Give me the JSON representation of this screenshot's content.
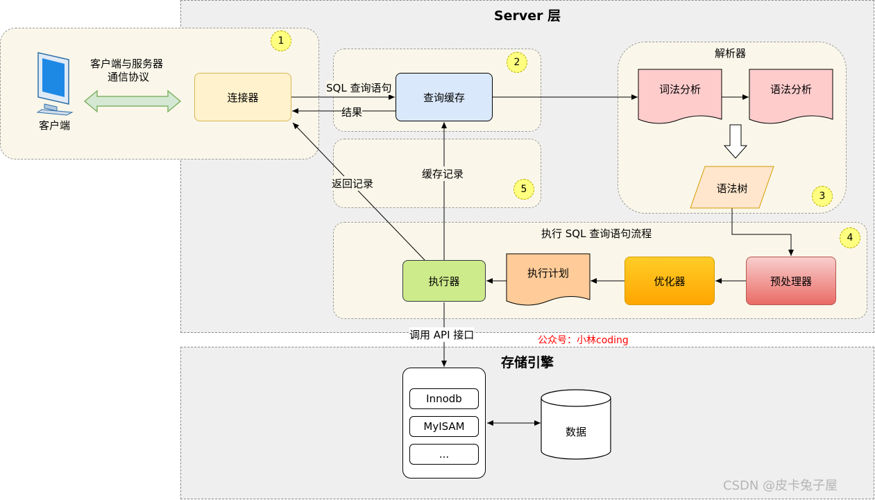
{
  "server_layer": {
    "title": "Server 层"
  },
  "storage_layer": {
    "title": "存储引擎"
  },
  "client": {
    "label": "客户端",
    "protocol_label_line1": "客户端与服务器",
    "protocol_label_line2": "通信协议"
  },
  "badges": [
    "1",
    "2",
    "3",
    "4",
    "5"
  ],
  "connector": {
    "label": "连接器"
  },
  "query_cache": {
    "label": "查询缓存"
  },
  "parser": {
    "title": "解析器",
    "lexical": "词法分析",
    "syntax": "语法分析",
    "tree": "语法树"
  },
  "execution": {
    "title": "执行 SQL 查询语句流程",
    "preprocessor": "预处理器",
    "optimizer": "优化器",
    "plan": "执行计划",
    "executor": "执行器"
  },
  "edges": {
    "sql_query": "SQL 查询语句",
    "result": "结果",
    "return_records": "返回记录",
    "cache_records": "缓存记录",
    "call_api": "调用 API 接口"
  },
  "storage": {
    "engines": [
      "Innodb",
      "MyISAM",
      "..."
    ],
    "data_label": "数据"
  },
  "watermark_red": "公众号：小林coding",
  "watermark_csdn": "CSDN @皮卡兔子屋",
  "colors": {
    "connector_fill": "#fff2cc",
    "cache_fill": "#dae8fc",
    "doc_fill": "#ffcccc",
    "tree_fill": "#ffe6cc",
    "preprocessor_fill": "#f19c99",
    "optimizer_fill": "#ffcd28",
    "plan_fill": "#ffcc99",
    "executor_fill": "#cdeb8b",
    "badge_fill": "#ffff80",
    "watermark_red": "#ff0000"
  }
}
